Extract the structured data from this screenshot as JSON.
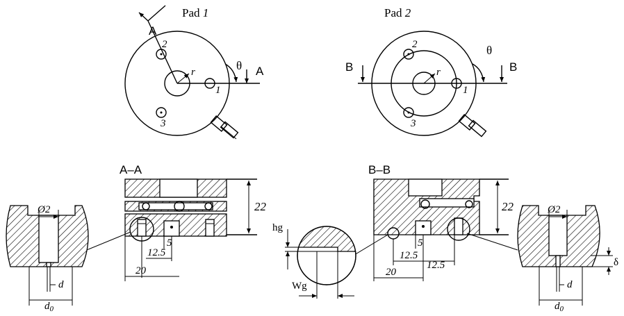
{
  "pad1": {
    "title": "Pad ",
    "title_num": "1",
    "holes": [
      "1",
      "2",
      "3"
    ],
    "radius": "r",
    "angle": "θ",
    "section_marks": [
      "A",
      "A"
    ],
    "section_title": "A–A"
  },
  "pad2": {
    "title": "Pad ",
    "title_num": "2",
    "holes": [
      "1",
      "2",
      "3"
    ],
    "radius": "r",
    "angle": "θ",
    "section_marks": [
      "B",
      "B"
    ],
    "section_title": "B–B"
  },
  "dimensions": {
    "height": "22",
    "groove_depth": "5",
    "hole_offset": "12.5",
    "width": "20",
    "diameter": "Ø2",
    "d": "d",
    "d0": "d",
    "d0_sub": "0",
    "hg": "hg",
    "wg": "Wg",
    "delta": "δ"
  }
}
